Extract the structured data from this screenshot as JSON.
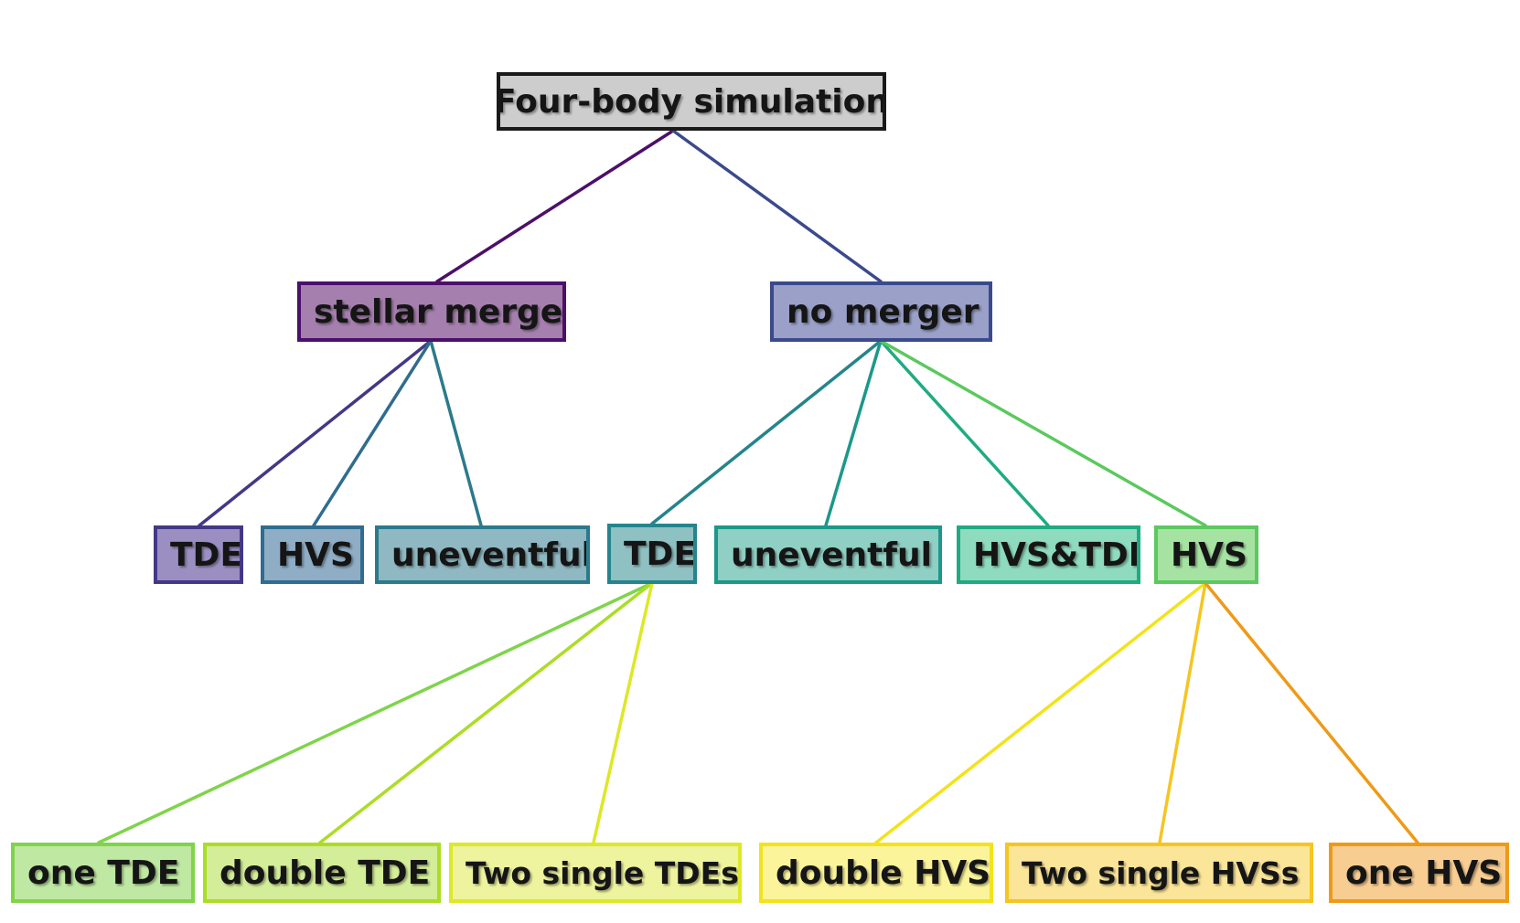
{
  "diagram": {
    "root": {
      "label": "Four-body simulation",
      "fill": "#cdcdcd",
      "border": "#1a1a1a"
    },
    "level1": {
      "stellar_merger": {
        "label": "stellar merger",
        "fill": "#a57fad",
        "border": "#4d0f6a"
      },
      "no_merger": {
        "label": "no merger",
        "fill": "#9aa0c8",
        "border": "#3b4a8c"
      }
    },
    "level2": {
      "sm_tde": {
        "label": "TDE",
        "fill": "#9b8fc2",
        "border": "#433887"
      },
      "sm_hvs": {
        "label": "HVS",
        "fill": "#8fadc4",
        "border": "#2f6c90"
      },
      "sm_uneventful": {
        "label": "uneventful",
        "fill": "#8fb8c2",
        "border": "#2b7a8c"
      },
      "nm_tde": {
        "label": "TDE",
        "fill": "#8fc0c2",
        "border": "#25848c"
      },
      "nm_uneventful": {
        "label": "uneventful",
        "fill": "#8fcfc4",
        "border": "#1b988a"
      },
      "nm_hvs_tde": {
        "label": "HVS&TDE",
        "fill": "#8fdbbf",
        "border": "#1fab82"
      },
      "nm_hvs": {
        "label": "HVS",
        "fill": "#a6e3a3",
        "border": "#5bc95e"
      }
    },
    "level3": {
      "one_tde": {
        "label": "one TDE",
        "fill": "#bfe8a2",
        "border": "#7fd44a"
      },
      "double_tde": {
        "label": "double TDE",
        "fill": "#d4ed99",
        "border": "#abdd25"
      },
      "two_single_tdes": {
        "label": "Two single TDEs",
        "fill": "#eef39e",
        "border": "#dde826"
      },
      "double_hvs": {
        "label": "double HVS",
        "fill": "#fbf49a",
        "border": "#f2e31a"
      },
      "two_single_hvss": {
        "label": "Two single HVSs",
        "fill": "#fbe598",
        "border": "#f6c520"
      },
      "one_hvs": {
        "label": "one HVS",
        "fill": "#f8cd92",
        "border": "#ee9a17"
      }
    }
  }
}
